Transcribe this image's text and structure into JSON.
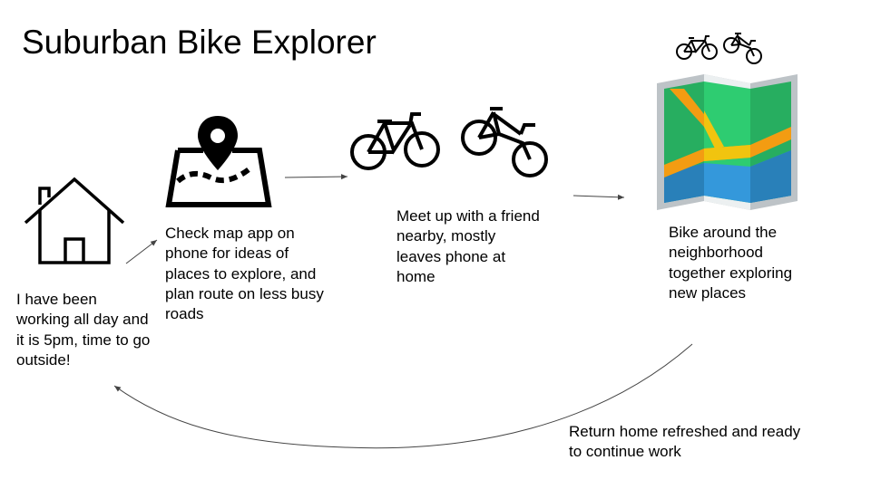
{
  "title": "Suburban Bike Explorer",
  "steps": [
    {
      "text": "I have been working all day and it is 5pm, time to go outside!",
      "icon": "house-icon"
    },
    {
      "text": "Check map app on phone for ideas of places to explore, and plan route on less busy roads",
      "icon": "map-pin-icon"
    },
    {
      "text": "Meet up with a friend nearby, mostly leaves phone at home",
      "icon": "bicycle-icon"
    },
    {
      "text": "Bike around the neighborhood together exploring new places",
      "icon": "folded-map-icon"
    },
    {
      "text": "Return home refreshed and ready to continue work",
      "icon": "arrow-icon"
    }
  ],
  "colors": {
    "map_green": "#2ecc71",
    "map_dark_green": "#27ae60",
    "map_blue": "#3498db",
    "map_road": "#f1c40f",
    "map_road_orange": "#f39c12",
    "map_frame": "#bdc3c7"
  }
}
